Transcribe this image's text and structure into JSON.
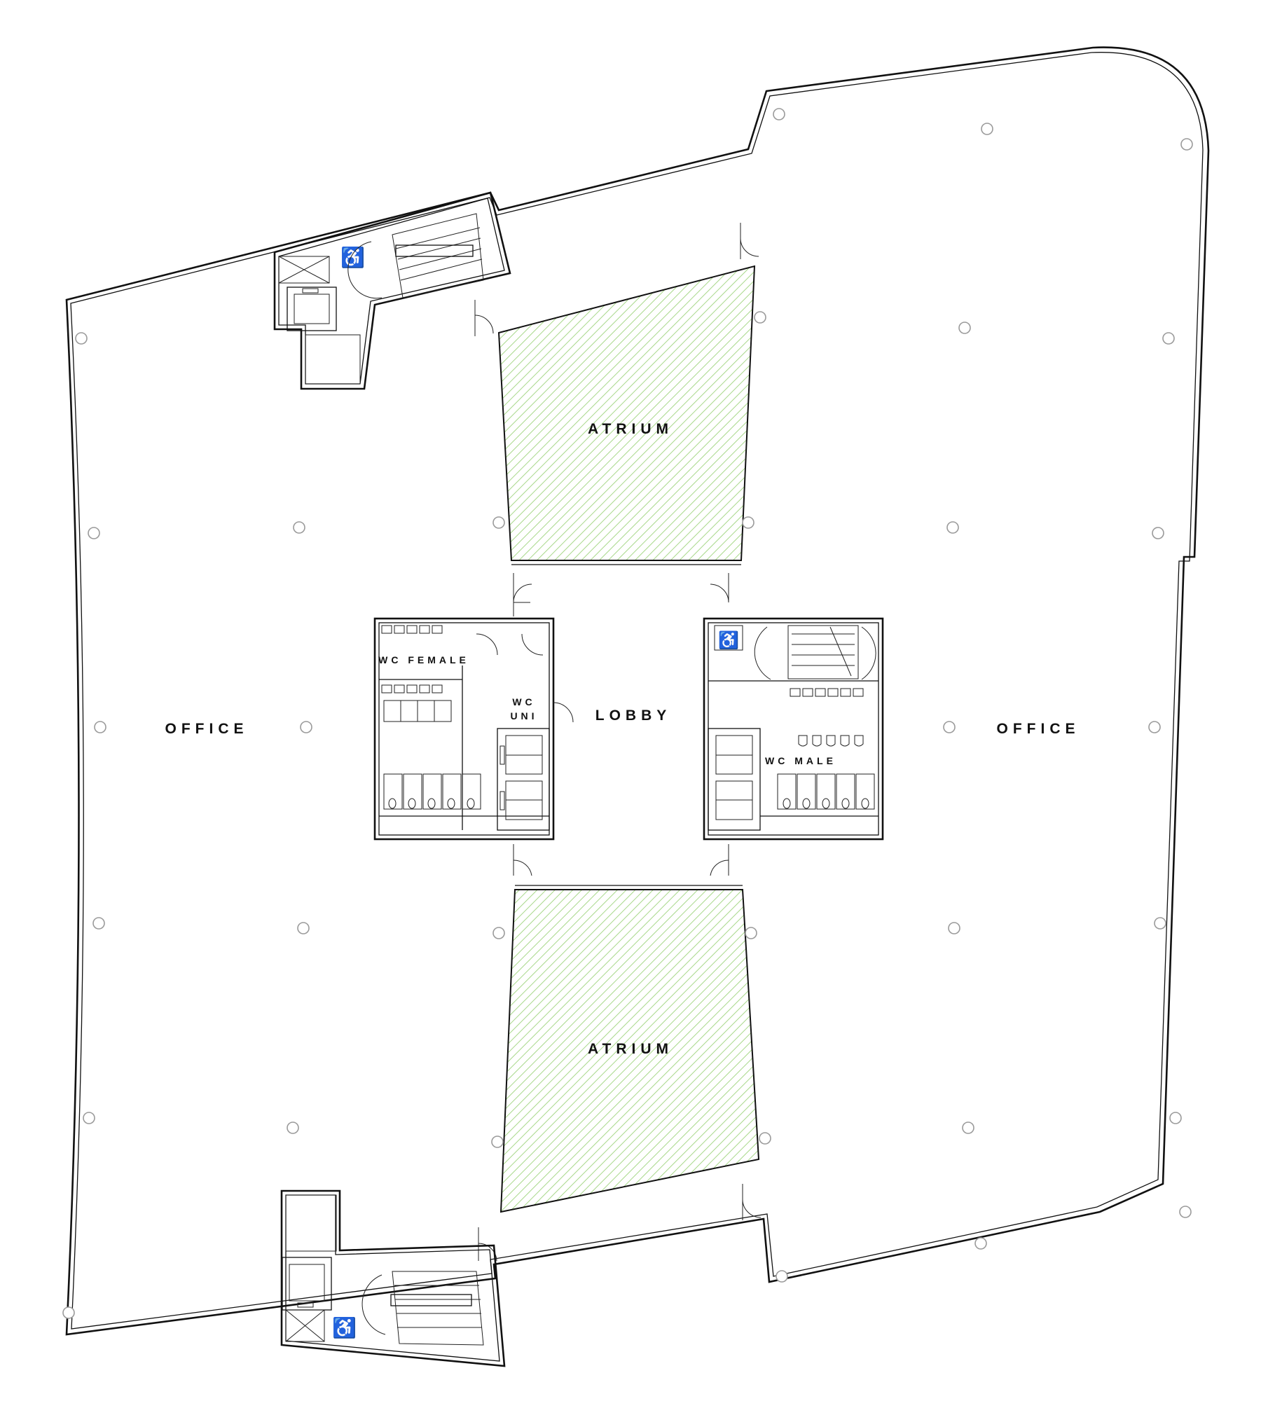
{
  "labels": {
    "atrium_top": "ATRIUM",
    "atrium_bottom": "ATRIUM",
    "office_left": "OFFICE",
    "office_right": "OFFICE",
    "lobby": "LOBBY",
    "wc_female": "WC FEMALE",
    "wc_uni_line1": "WC",
    "wc_uni_line2": "UNI",
    "wc_male": "WC MALE"
  },
  "colors": {
    "line": "#111111",
    "hatch": "#a8d88a",
    "column": "#9a9a9a"
  },
  "icons": [
    "accessible-icon",
    "stair-icon",
    "elevator-icon",
    "door-swing-icon",
    "column-icon",
    "toilet-icon",
    "sink-icon",
    "urinal-icon"
  ]
}
